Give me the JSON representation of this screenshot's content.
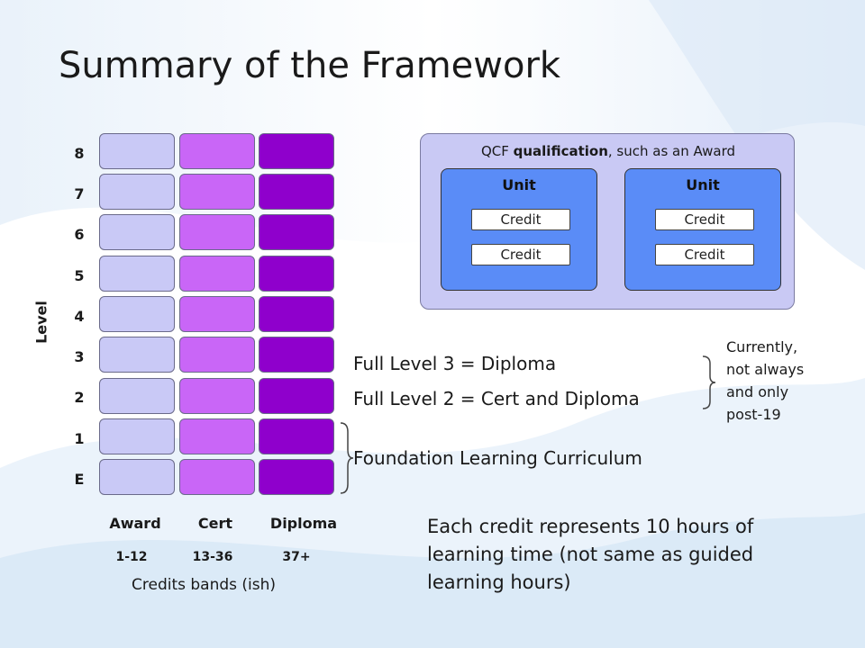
{
  "slide": {
    "title": "Summary of the Framework"
  },
  "grid": {
    "levels": [
      "8",
      "7",
      "6",
      "5",
      "4",
      "3",
      "2",
      "1",
      "E"
    ],
    "level_axis_label": "Level",
    "columns": [
      {
        "label": "Award",
        "band": "1-12"
      },
      {
        "label": "Cert",
        "band": "13-36"
      },
      {
        "label": "Diploma",
        "band": "37+"
      }
    ],
    "bands_caption": "Credits bands (ish)",
    "colors": {
      "award": "#c9c9f6",
      "cert": "#c966f7",
      "diploma": "#8f00cc"
    }
  },
  "qcf": {
    "title_prefix": "QCF ",
    "title_bold": "qualification",
    "title_suffix": ",  such as an Award",
    "units": [
      {
        "title": "Unit",
        "credits": [
          "Credit",
          "Credit"
        ]
      },
      {
        "title": "Unit",
        "credits": [
          "Credit",
          "Credit"
        ]
      }
    ],
    "colors": {
      "panel": "#c9c9f4",
      "unit": "#5a8cf7"
    }
  },
  "statements": {
    "level3": "Full Level 3 = Diploma",
    "level2": "Full Level 2 = Cert and Diploma",
    "foundation": "Foundation Learning Curriculum"
  },
  "note": {
    "line1": "Currently,",
    "line2": "not always",
    "line3": "and only",
    "line4": "post-19"
  },
  "credit_info": {
    "line1": "Each credit represents 10 hours of",
    "line2": "learning time (not same as guided",
    "line3": "learning hours)"
  }
}
